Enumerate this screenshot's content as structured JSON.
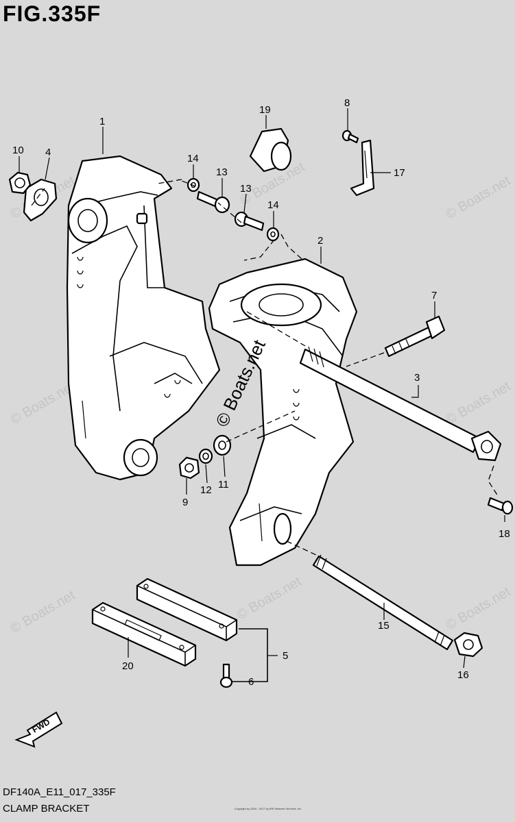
{
  "figure": {
    "title": "FIG.335F",
    "model_code": "DF140A_E11_017_335F",
    "caption": "CLAMP BRACKET",
    "fwd_label": "FWD",
    "copyright": "Copyright by 2004 - 2017 by ARI Network Services, Inc."
  },
  "callouts": [
    "1",
    "2",
    "3",
    "4",
    "5",
    "6",
    "7",
    "8",
    "9",
    "10",
    "11",
    "12",
    "13",
    "13",
    "14",
    "14",
    "15",
    "16",
    "17",
    "18",
    "19",
    "20"
  ],
  "watermarks": {
    "small": "© Boats.net",
    "center": "© Boats.net"
  }
}
